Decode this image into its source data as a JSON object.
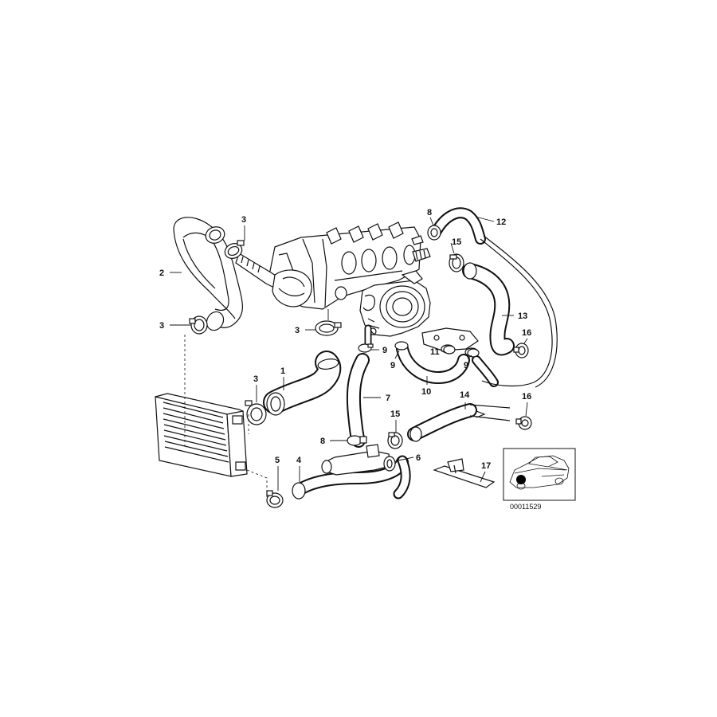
{
  "callouts": [
    {
      "num": "1"
    },
    {
      "num": "2"
    },
    {
      "num": "3"
    },
    {
      "num": "3"
    },
    {
      "num": "3"
    },
    {
      "num": "3"
    },
    {
      "num": "4"
    },
    {
      "num": "5"
    },
    {
      "num": "6"
    },
    {
      "num": "7"
    },
    {
      "num": "8"
    },
    {
      "num": "8"
    },
    {
      "num": "9"
    },
    {
      "num": "9"
    },
    {
      "num": "9"
    },
    {
      "num": "10"
    },
    {
      "num": "11"
    },
    {
      "num": "12"
    },
    {
      "num": "13"
    },
    {
      "num": "14"
    },
    {
      "num": "15"
    },
    {
      "num": "15"
    },
    {
      "num": "16"
    },
    {
      "num": "16"
    },
    {
      "num": "17"
    }
  ],
  "drawing_number": "00011529",
  "colors": {
    "ink": "#111111",
    "background": "#ffffff",
    "marker": "#000000"
  }
}
